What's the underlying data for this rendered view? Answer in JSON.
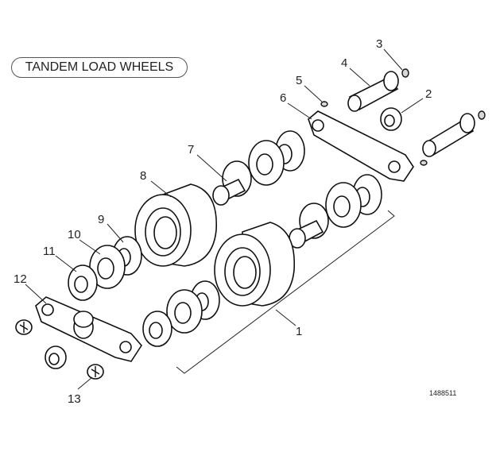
{
  "title": "TANDEM LOAD WHEELS",
  "figure_id": "1488511",
  "callouts": [
    "1",
    "2",
    "3",
    "4",
    "5",
    "6",
    "7",
    "8",
    "9",
    "10",
    "11",
    "12",
    "13"
  ]
}
